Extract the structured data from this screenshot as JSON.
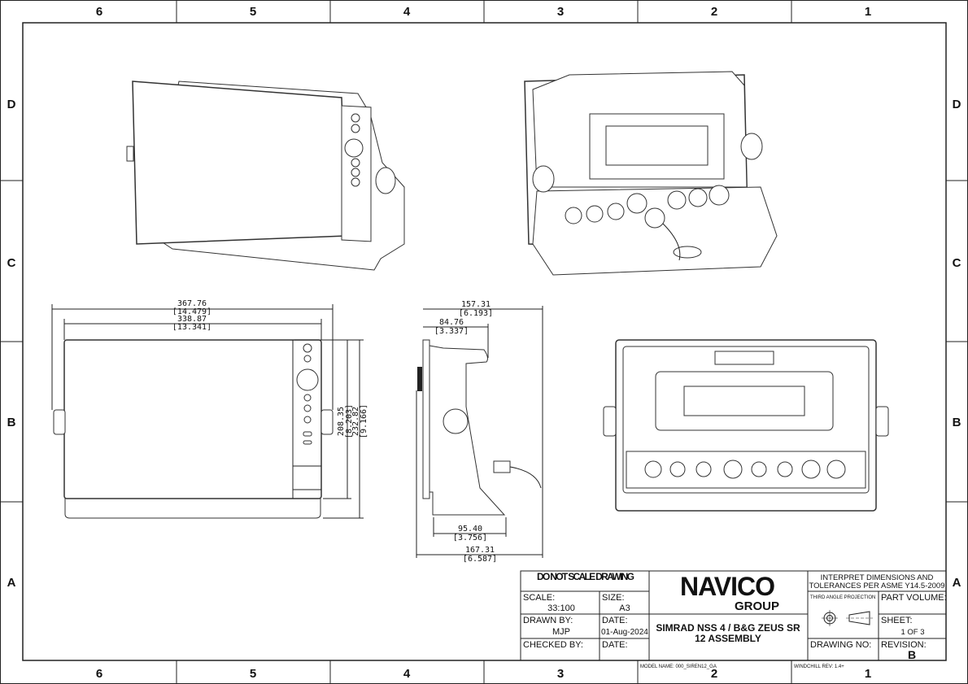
{
  "zones": {
    "columns": [
      "6",
      "5",
      "4",
      "3",
      "2",
      "1"
    ],
    "rows": [
      "D",
      "C",
      "B",
      "A"
    ]
  },
  "dimensions": {
    "front_width_overall": "367.76",
    "front_width_overall_in": "[14.479]",
    "front_width_display": "338.87",
    "front_width_display_in": "[13.341]",
    "front_height_display": "208.35",
    "front_height_display_in": "[8.203]",
    "front_height_overall": "232.82",
    "front_height_overall_in": "[9.166]",
    "side_depth_overall": "157.31",
    "side_depth_overall_in": "[6.193]",
    "side_depth_unit": "84.76",
    "side_depth_unit_in": "[3.337]",
    "side_base": "95.40",
    "side_base_in": "[3.756]",
    "side_depth_cable": "167.31",
    "side_depth_cable_in": "[6.587]"
  },
  "title_block": {
    "do_not_scale": "DO NOT SCALE DRAWING",
    "scale_label": "SCALE:",
    "scale_value": "33:100",
    "size_label": "SIZE:",
    "size_value": "A3",
    "drawn_by_label": "DRAWN BY:",
    "drawn_by_value": "MJP",
    "date_label": "DATE:",
    "date_value": "01-Aug-2024",
    "checked_by_label": "CHECKED BY:",
    "checked_date_label": "DATE:",
    "logo_main": "NAVICO",
    "logo_sub": "GROUP",
    "title_line1": "SIMRAD NSS 4 / B&G ZEUS SR",
    "title_line2": "12 ASSEMBLY",
    "interpret_line1": "INTERPRET DIMENSIONS AND",
    "interpret_line2": "TOLERANCES PER ASME Y14.5-2009",
    "projection_label": "THIRD ANGLE PROJECTION",
    "part_volume_label": "PART VOLUME:",
    "sheet_label": "SHEET:",
    "sheet_value": "1 OF 3",
    "drawing_no_label": "DRAWING NO:",
    "revision_label": "REVISION:",
    "revision_value": "B",
    "model_name": "MODEL NAME: 000_SIREN12_GA",
    "windchill_rev": "WINDCHILL REV: 1.4+"
  }
}
